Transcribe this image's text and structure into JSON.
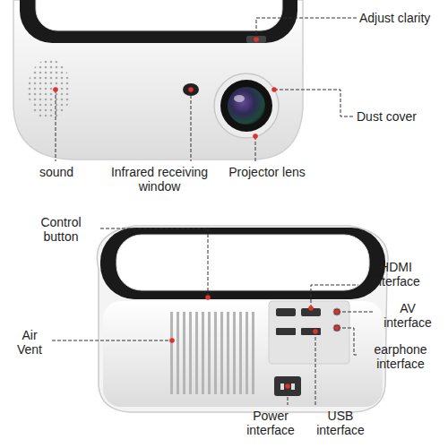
{
  "diagram": {
    "labels": [
      "Adjust clarity",
      "Dust cover",
      "sound",
      "Infrared receiving window",
      "Projector lens",
      "Control button",
      "HDMI interface",
      "AV interface",
      "earphone interface",
      "Air Vent",
      "Power interface",
      "USB interface"
    ]
  }
}
